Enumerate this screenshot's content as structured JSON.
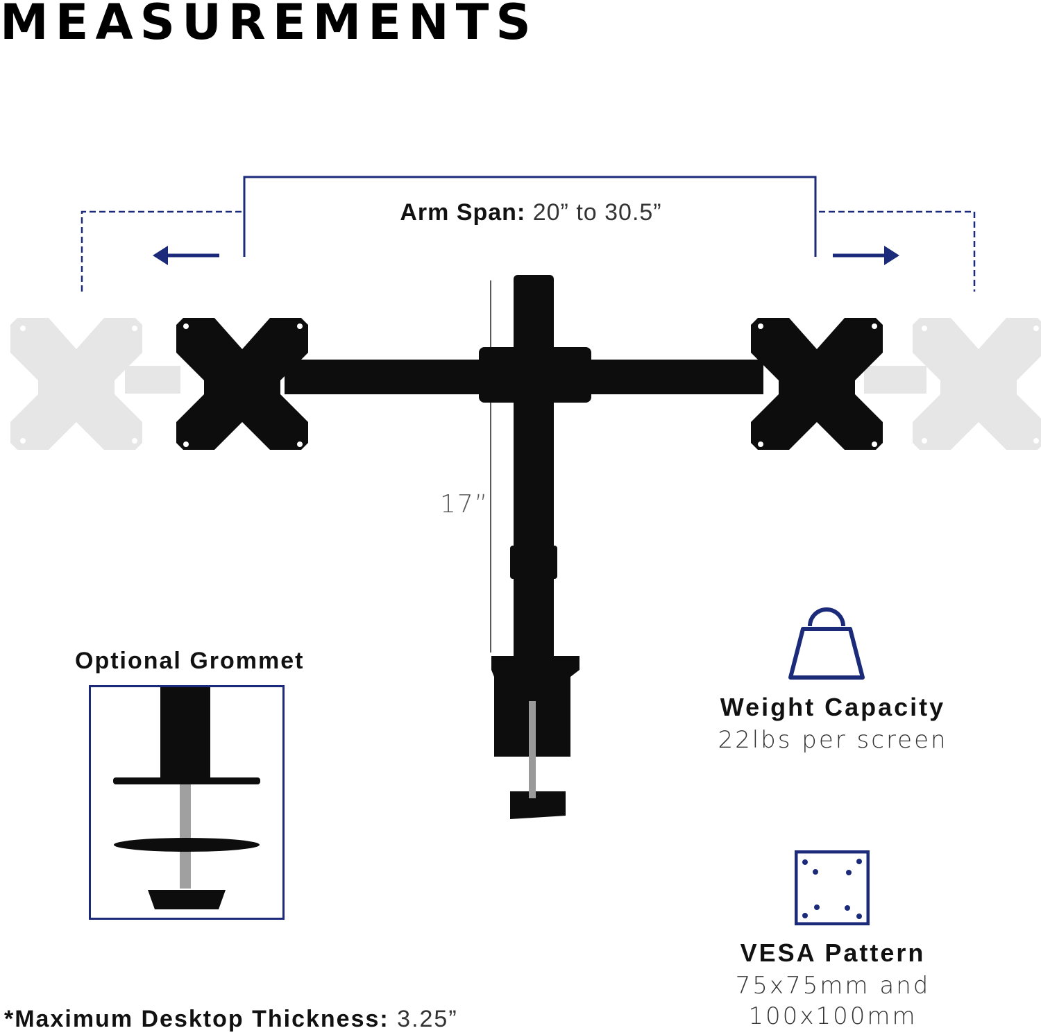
{
  "header": {
    "title": "MEASUREMENTS"
  },
  "arm_span": {
    "label": "Arm Span:",
    "value": "20” to 30.5”"
  },
  "pole": {
    "height_label": "17”"
  },
  "grommet": {
    "title": "Optional Grommet"
  },
  "weight": {
    "icon": "weight-icon",
    "title": "Weight Capacity",
    "value": "22lbs per screen"
  },
  "vesa": {
    "icon": "vesa-pattern-icon",
    "title": "VESA Pattern",
    "value": "75x75mm and 100x100mm"
  },
  "footnote": {
    "label": "*Maximum Desktop Thickness:",
    "value": "3.25”"
  },
  "colors": {
    "accent": "#1c2a7a",
    "product": "#0d0d0d",
    "ghost": "#e6e6e6"
  }
}
